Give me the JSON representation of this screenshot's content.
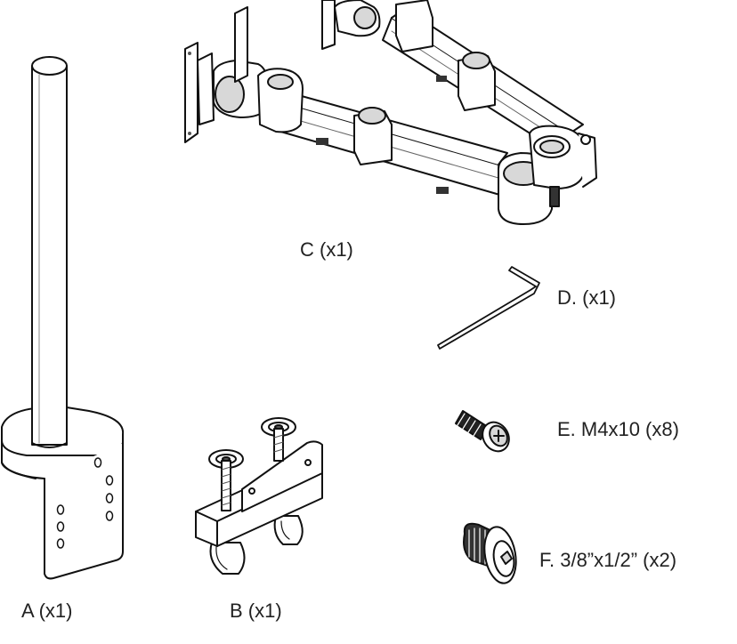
{
  "parts": [
    {
      "id": "A",
      "label": "A (x1)",
      "icon": "pole-with-clamp-base"
    },
    {
      "id": "B",
      "label": "B (x1)",
      "icon": "desk-clamp-bracket"
    },
    {
      "id": "C",
      "label": "C (x1)",
      "icon": "dual-monitor-arm"
    },
    {
      "id": "D",
      "label": "D. (x1)",
      "icon": "allen-key"
    },
    {
      "id": "E",
      "label": "E. M4x10 (x8)",
      "icon": "m4-screw"
    },
    {
      "id": "F",
      "label": "F. 3/8”x1/2” (x2)",
      "icon": "large-bolt"
    }
  ],
  "colors": {
    "line": "#111111",
    "fill": "#ffffff",
    "shade": "#d8d8d8",
    "dark": "#555555"
  }
}
